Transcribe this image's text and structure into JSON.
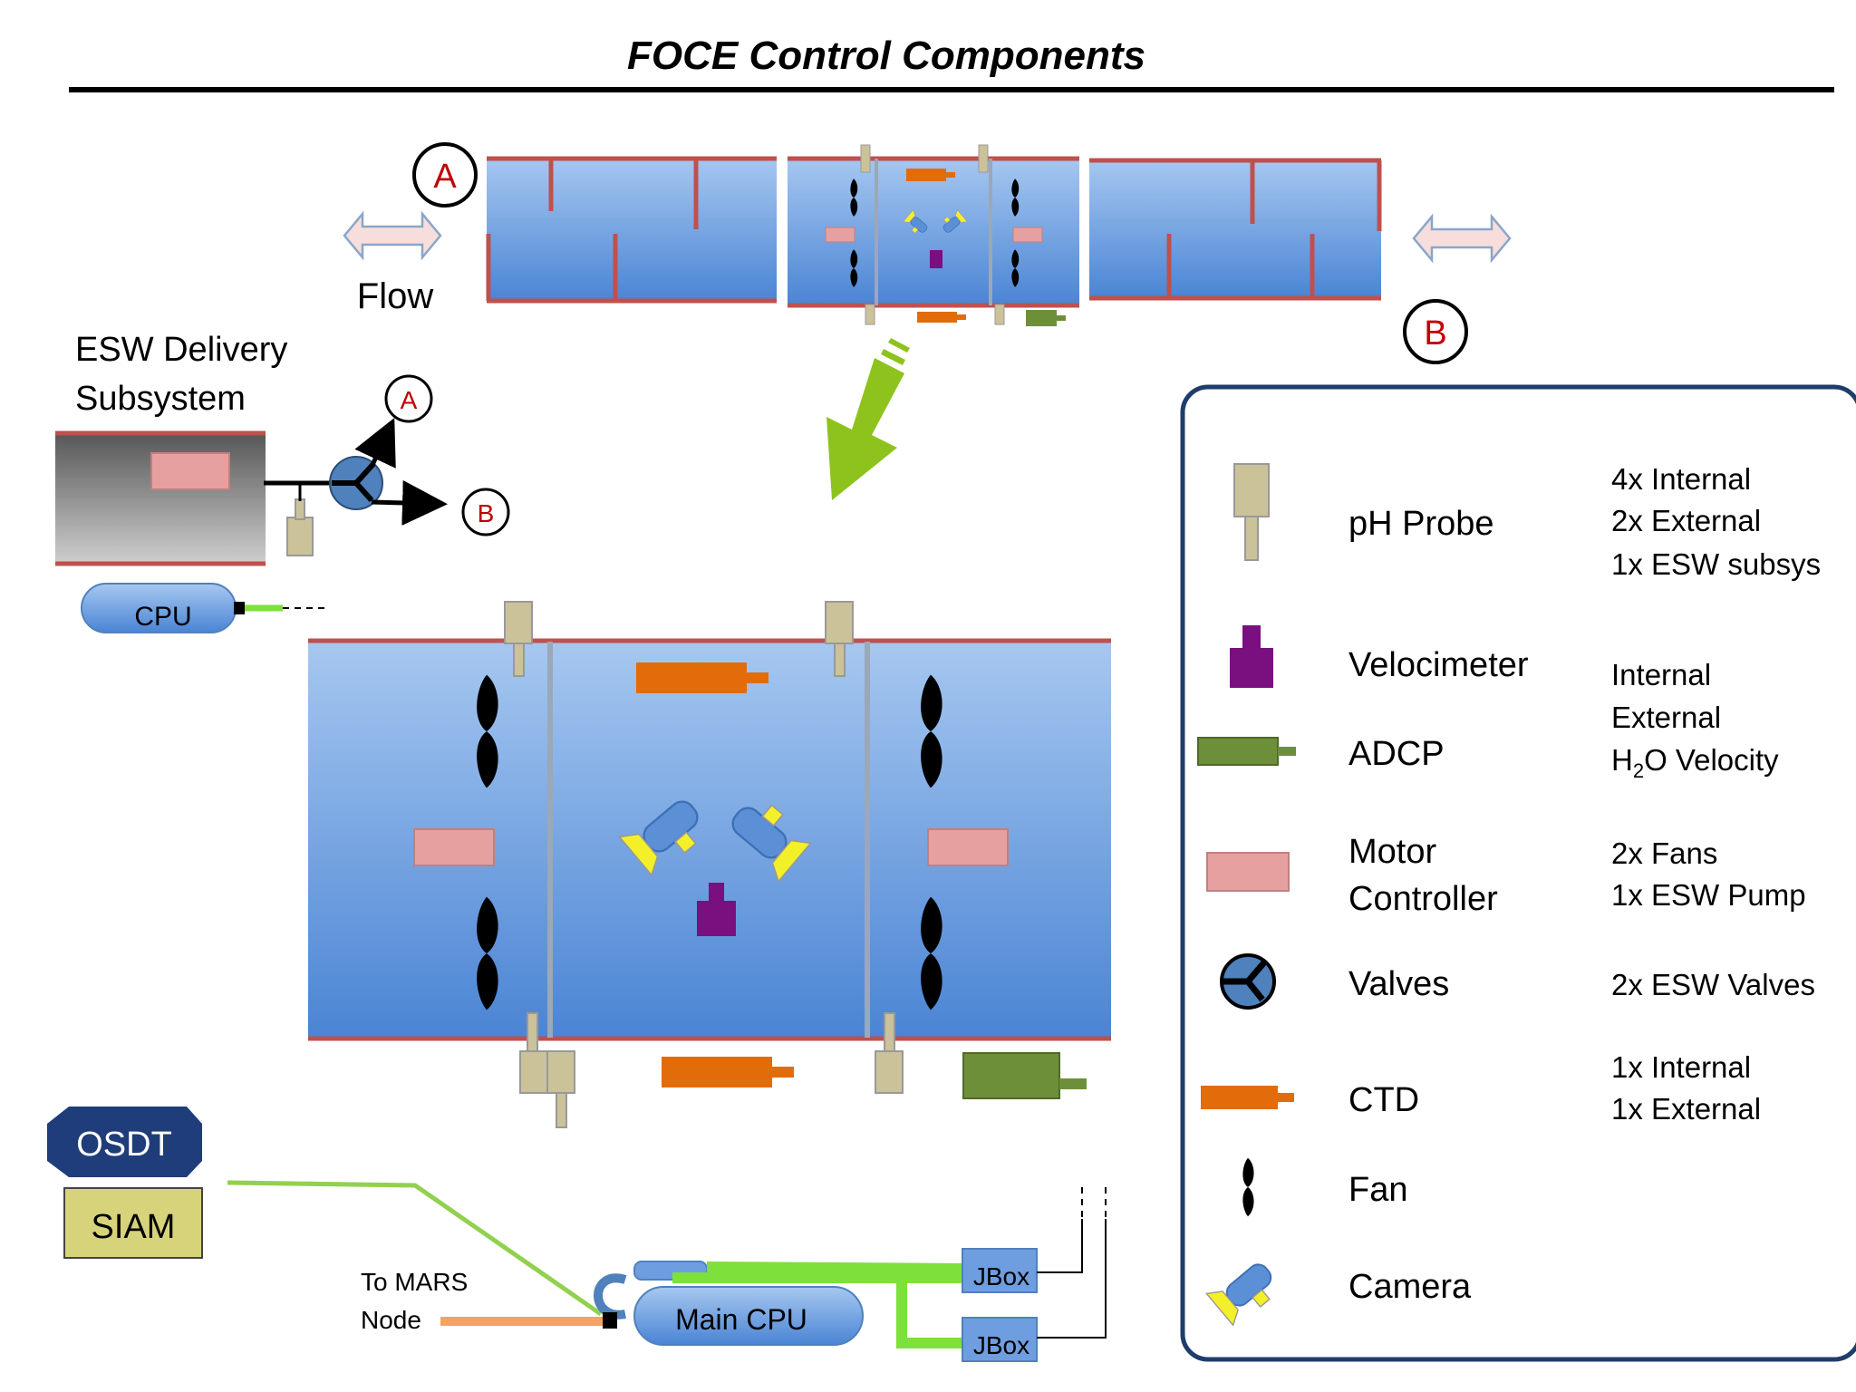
{
  "title": "FOCE Control Components",
  "top": {
    "marker_a": "A",
    "marker_b": "B",
    "flow_label": "Flow"
  },
  "esw": {
    "label_line1": "ESW Delivery",
    "label_line2": "Subsystem",
    "branch_a": "A",
    "branch_b": "B",
    "cpu_label": "CPU"
  },
  "bottom": {
    "osdt_label": "OSDT",
    "siam_label": "SIAM",
    "mars_line1": "To MARS",
    "mars_line2": "Node",
    "main_cpu_label": "Main CPU",
    "jbox1_label": "JBox",
    "jbox2_label": "JBox"
  },
  "legend": {
    "items": [
      {
        "icon": "ph-probe-icon",
        "name": "pH Probe",
        "details": [
          "4x Internal",
          "2x External",
          "1x ESW subsys"
        ]
      },
      {
        "icon": "velocimeter-icon",
        "name": "Velocimeter",
        "details": [
          "Internal",
          "External"
        ]
      },
      {
        "icon": "adcp-icon",
        "name": "ADCP",
        "details": [
          "H",
          "2",
          "O Velocity"
        ]
      },
      {
        "icon": "motor-controller-icon",
        "name_line1": "Motor",
        "name_line2": "Controller",
        "details": [
          "2x Fans",
          "1x ESW Pump"
        ]
      },
      {
        "icon": "valve-icon",
        "name": "Valves",
        "details": [
          "2x ESW Valves"
        ]
      },
      {
        "icon": "ctd-icon",
        "name": "CTD",
        "details": [
          "1x Internal",
          "1x External"
        ]
      },
      {
        "icon": "fan-icon",
        "name": "Fan",
        "details": []
      },
      {
        "icon": "camera-icon",
        "name": "Camera",
        "details": []
      }
    ]
  },
  "colors": {
    "channel_blue_top": "#9fc2ee",
    "channel_blue_bottom": "#4d86d6",
    "wall_red": "#c0504d",
    "probe_tan": "#cbc29a",
    "velocimeter_purple": "#7a1080",
    "adcp_green": "#6e8f3a",
    "motor_pink": "#e6a0a0",
    "ctd_orange": "#e36c0a",
    "cable_green": "#7ee03a",
    "cable_orange": "#f4a460",
    "osdt_navy": "#1f3d7a",
    "siam_khaki": "#d6d37a",
    "flow_arrow_pink": "#f5dede",
    "big_arrow_green": "#8ec21d",
    "legend_border": "#1f3d6b"
  }
}
